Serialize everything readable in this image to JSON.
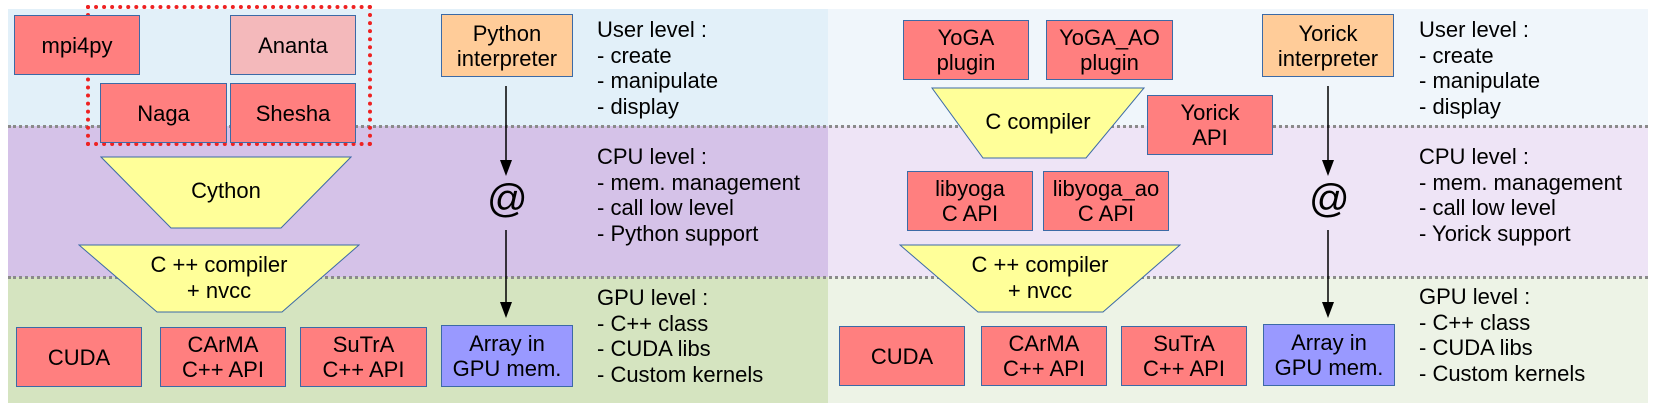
{
  "colors": {
    "user_band_left": "#e2f0f9",
    "cpu_band_left": "#d5c2e8",
    "gpu_band_left": "#d5e4c0",
    "user_band_right": "#f0f6fb",
    "cpu_band_right": "#eee4f6",
    "gpu_band_right": "#edf3e6",
    "module_red": "#ff7f7f",
    "module_pink": "#f4b9bb",
    "interpreter_orange": "#ffcc99",
    "array_blue": "#9999ff",
    "compiler_yellow": "#ffff99",
    "dotted_group": "#ee2222"
  },
  "left": {
    "modules": {
      "mpi4py": "mpi4py",
      "ananta": "Ananta",
      "naga": "Naga",
      "shesha": "Shesha"
    },
    "interpreter": "Python\ninterpreter",
    "cython": "Cython",
    "cpp_compiler": "C ++ compiler\n+ nvcc",
    "at_symbol": "@",
    "gpu_boxes": {
      "cuda": "CUDA",
      "carma": "CArMA\nC++ API",
      "sutra": "SuTrA\nC++ API",
      "array": "Array in\nGPU mem."
    },
    "levels": {
      "user": "User level :\n- create\n- manipulate\n- display",
      "cpu": "CPU level :\n- mem. management\n- call low level\n- Python support",
      "gpu": "GPU level :\n- C++ class\n- CUDA libs\n- Custom kernels"
    }
  },
  "right": {
    "plugins": {
      "yoga": "YoGA\nplugin",
      "yoga_ao": "YoGA_AO\nplugin"
    },
    "c_compiler": "C compiler",
    "yorick_api": "Yorick\nAPI",
    "interpreter": "Yorick\ninterpreter",
    "libs": {
      "libyoga": "libyoga\nC API",
      "libyoga_ao": "libyoga_ao\nC API"
    },
    "cpp_compiler": "C ++ compiler\n+ nvcc",
    "at_symbol": "@",
    "gpu_boxes": {
      "cuda": "CUDA",
      "carma": "CArMA\nC++ API",
      "sutra": "SuTrA\nC++ API",
      "array": "Array in\nGPU mem."
    },
    "levels": {
      "user": "User level :\n- create\n- manipulate\n- display",
      "cpu": "CPU level :\n- mem. management\n- call low level\n- Yorick support",
      "gpu": "GPU level :\n- C++ class\n- CUDA libs\n- Custom kernels"
    }
  }
}
